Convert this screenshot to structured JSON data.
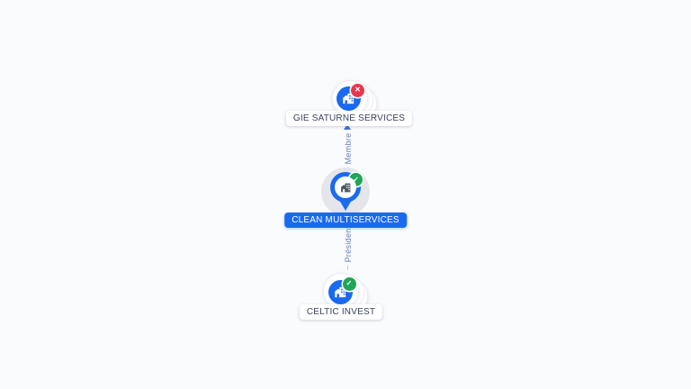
{
  "colors": {
    "background": "#fafbfd",
    "accent_blue": "#1a6af0",
    "edge_label_blue": "#6583b8",
    "edge_line_gray": "#c7cbd4",
    "active_green": "#21a558",
    "inactive_red": "#e8374f",
    "label_text_dark": "#39415c"
  },
  "icons": {
    "building": "building-icon",
    "check": "✓",
    "close": "✕"
  },
  "graph": {
    "nodes": [
      {
        "label": "GIE SATURNE SERVICES",
        "status": "inactive",
        "badge": "close",
        "style": "stacked-company"
      },
      {
        "label": "CLEAN MULTISERVICES",
        "status": "active",
        "badge": "check",
        "style": "selected-pin"
      },
      {
        "label": "CELTIC INVEST",
        "status": "active",
        "badge": "check",
        "style": "stacked-company"
      }
    ],
    "edges": [
      {
        "from": "CLEAN MULTISERVICES",
        "to": "GIE SATURNE SERVICES",
        "label": "Membre"
      },
      {
        "from": "CELTIC INVEST",
        "to": "CLEAN MULTISERVICES",
        "label": "Président"
      }
    ]
  }
}
